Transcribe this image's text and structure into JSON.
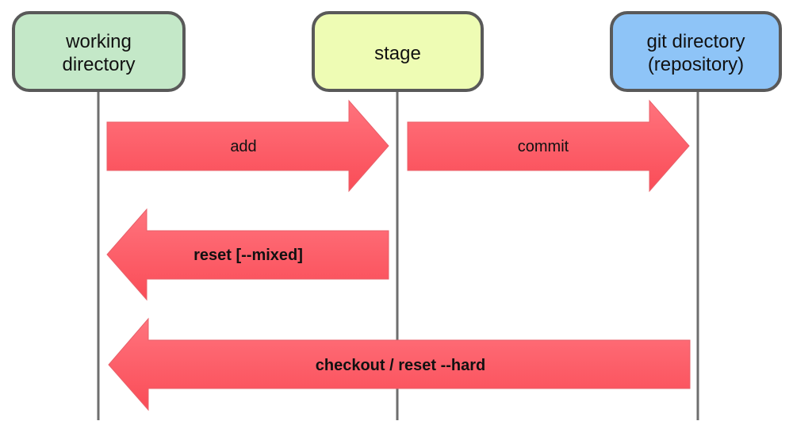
{
  "nodes": {
    "working": {
      "line1": "working",
      "line2": "directory",
      "fill": "#c4e8c8"
    },
    "stage": {
      "line1": "stage",
      "fill": "#eefcb4"
    },
    "git": {
      "line1": "git directory",
      "line2": "(repository)",
      "fill": "#8ec4f7"
    }
  },
  "arrows": {
    "add": {
      "label": "add"
    },
    "commit": {
      "label": "commit"
    },
    "reset_mixed": {
      "label": "reset [--mixed]"
    },
    "checkout_reset_hard": {
      "label": "checkout / reset --hard"
    }
  },
  "colors": {
    "arrow_top": "#ff737d",
    "arrow_bottom": "#fa4c57",
    "arrow_stroke": "#e8606a",
    "box_stroke": "#595959",
    "lifeline": "#6e6e6e"
  }
}
